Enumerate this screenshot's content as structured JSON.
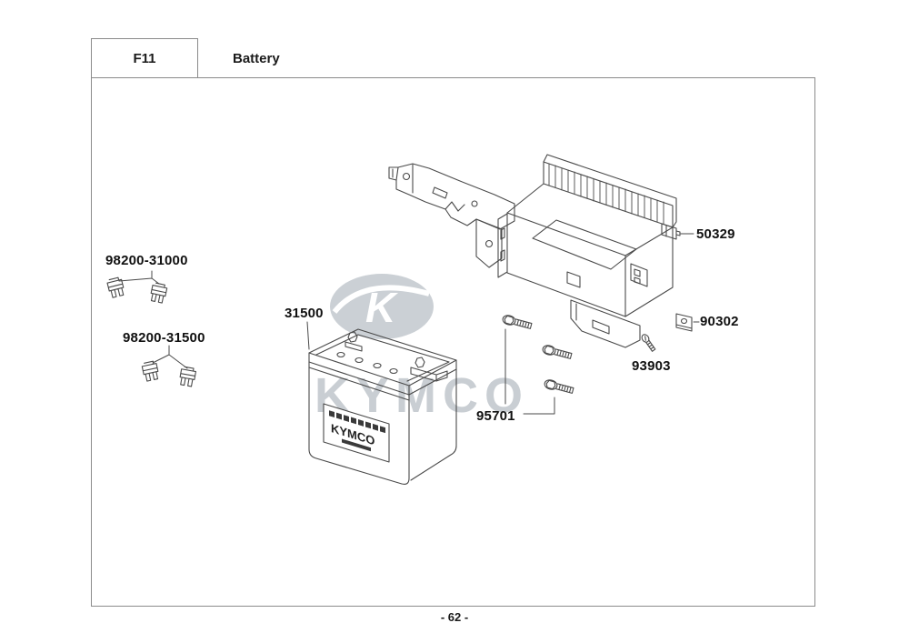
{
  "header": {
    "section_code": "F11",
    "section_title": "Battery"
  },
  "footer": {
    "page_number": "- 62 -"
  },
  "watermark": {
    "text": "KYMCO",
    "logo_letter": "K",
    "color": "#c9ced3"
  },
  "battery": {
    "brand": "KYMCO"
  },
  "parts": {
    "fuse_a": {
      "number": "98200-31000"
    },
    "fuse_b": {
      "number": "98200-31500"
    },
    "battery": {
      "number": "31500"
    },
    "battery_box": {
      "number": "50329"
    },
    "nut": {
      "number": "90302"
    },
    "screw": {
      "number": "93903"
    },
    "bolt": {
      "number": "95701"
    }
  },
  "art_colors": {
    "line": "#4a4a4a",
    "frame": "#8b8b8b"
  }
}
